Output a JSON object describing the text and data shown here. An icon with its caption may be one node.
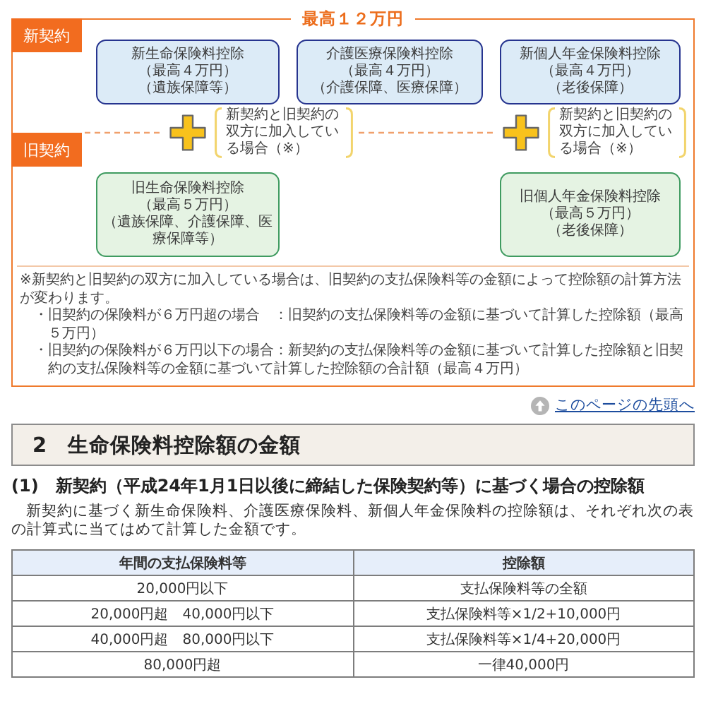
{
  "diagram": {
    "nodes": [
      {
        "text": [
          "最高１２万円"
        ]
      },
      {
        "text": [
          "新契約"
        ],
        "in": 0
      },
      {
        "text": [
          "新生命保険料控除",
          "（最高４万円）",
          "（遺族保障等）"
        ],
        "in": 0
      },
      {
        "text": [
          "介護医療保険料控除",
          "（最高４万円）",
          "（介護保障、医療保障）"
        ],
        "in": 0
      },
      {
        "text": [
          "新個人年金保険料控除",
          "（最高４万円）",
          "（老後保障）"
        ],
        "in": 0
      },
      {
        "text": [
          "旧契約"
        ],
        "in": 0
      },
      {
        "text": [
          "旧生命保険料控除",
          "（最高５万円）",
          "（遺族保障、介護保障、医療保障等）"
        ],
        "in": 0
      },
      {
        "text": [
          "旧個人年金保険料控除",
          "（最高５万円）",
          "（老後保障）"
        ],
        "in": 0
      }
    ],
    "labels": [
      "新契約と旧契約の双方に加入している場合（※）",
      "新契約と旧契約の双方に加入している場合（※）",
      "※新契約と旧契約の双方に加入している場合は、旧契約の支払保険料等の金額によって控除額の計算方法が変わります。",
      "・旧契約の保険料が６万円超の場合　：旧契約の支払保険料等の金額に基づいて計算した控除額（最高５万円）",
      "・旧契約の保険料が６万円以下の場合：新契約の支払保険料等の金額に基づいて計算した控除額と旧契約の支払保険料等の金額に基づいて計算した控除額の合計額（最高４万円）",
      "このページの先頭へ",
      "2　生命保険料控除額の金額",
      "(1)　新契約（平成24年1月1日以後に締結した保険契約等）に基づく場合の控除額",
      "新契約に基づく新生命保険料、介護医療保険料、新個人年金保険料の控除額は、それぞれ次の表の計算式に当てはめて計算した金額です。",
      "年間の支払保険料等",
      "控除額",
      "20,000円以下",
      "支払保険料等の全額",
      "20,000円超　40,000円以下",
      "支払保険料等×1/2+10,000円",
      "40,000円超　80,000円以下",
      "支払保険料等×1/4+20,000円",
      "80,000円超",
      "一律40,000円"
    ]
  }
}
